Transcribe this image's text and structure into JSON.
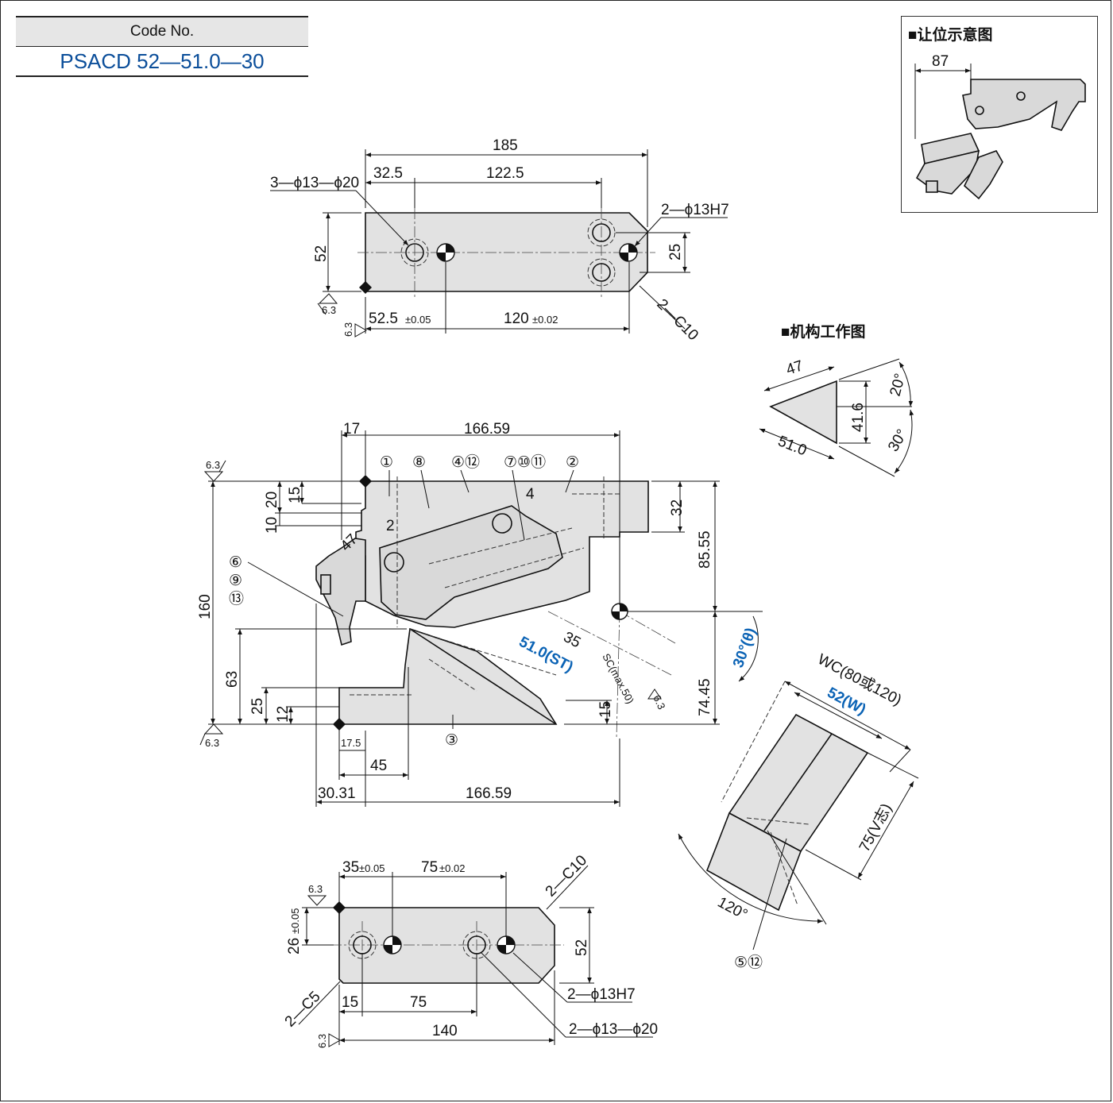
{
  "code": {
    "header": "Code No.",
    "value": "PSACD 52—51.0—30"
  },
  "inset_title": "■让位示意图",
  "inset_dim": "87",
  "mech_title": "■机构工作图",
  "top_view": {
    "overall": "185",
    "a": "32.5",
    "b": "122.5",
    "holes_left": "3—ϕ13—ϕ20",
    "holes_right": "2—ϕ13H7",
    "height": "52",
    "pitch": "25",
    "chamfer": "2—C10",
    "pos1": "52.5",
    "pos1_tol": "±0.05",
    "pos2": "120",
    "pos2_tol": "±0.02",
    "roughness": "6.3"
  },
  "front_view": {
    "d17": "17",
    "d166_top": "166.59",
    "d15": "15",
    "d20": "20",
    "d10": "10",
    "d47": "47",
    "d2": "2",
    "d4": "4",
    "d160": "160",
    "d63": "63",
    "d25": "25",
    "d12": "12",
    "d32": "32",
    "d85": "85.55",
    "d74": "74.45",
    "d35": "35",
    "st": "51.0(ST)",
    "sc": "SC(max.50)",
    "angle": "30°(θ)",
    "d15b": "15",
    "d17_5": "17.5",
    "d45": "45",
    "d30": "30.31",
    "d166_bot": "166.59",
    "roughness": "6.3",
    "callouts": [
      "①",
      "⑧",
      "④⑫",
      "⑦⑩⑪",
      "②",
      "⑥",
      "⑨",
      "⑬",
      "③"
    ]
  },
  "mechanism": {
    "d47": "47",
    "d41": "41.6",
    "d51": "51.0",
    "a20": "20°",
    "a30": "30°"
  },
  "wedge_view": {
    "wc": "WC(80或120)",
    "w": "52(W)",
    "v": "75(V志)",
    "angle": "120°",
    "callout": "⑤⑫"
  },
  "bottom_view": {
    "p1": "35",
    "p1_tol": "±0.05",
    "p2": "75",
    "p2_tol": "±0.02",
    "chamfer_top": "2—C10",
    "h26": "26",
    "h26_tol": "±0.05",
    "h52": "52",
    "chamfer_left": "2—C5",
    "d15": "15",
    "d75": "75",
    "d140": "140",
    "holes_a": "2—ϕ13H7",
    "holes_b": "2—ϕ13—ϕ20",
    "roughness": "6.3"
  }
}
